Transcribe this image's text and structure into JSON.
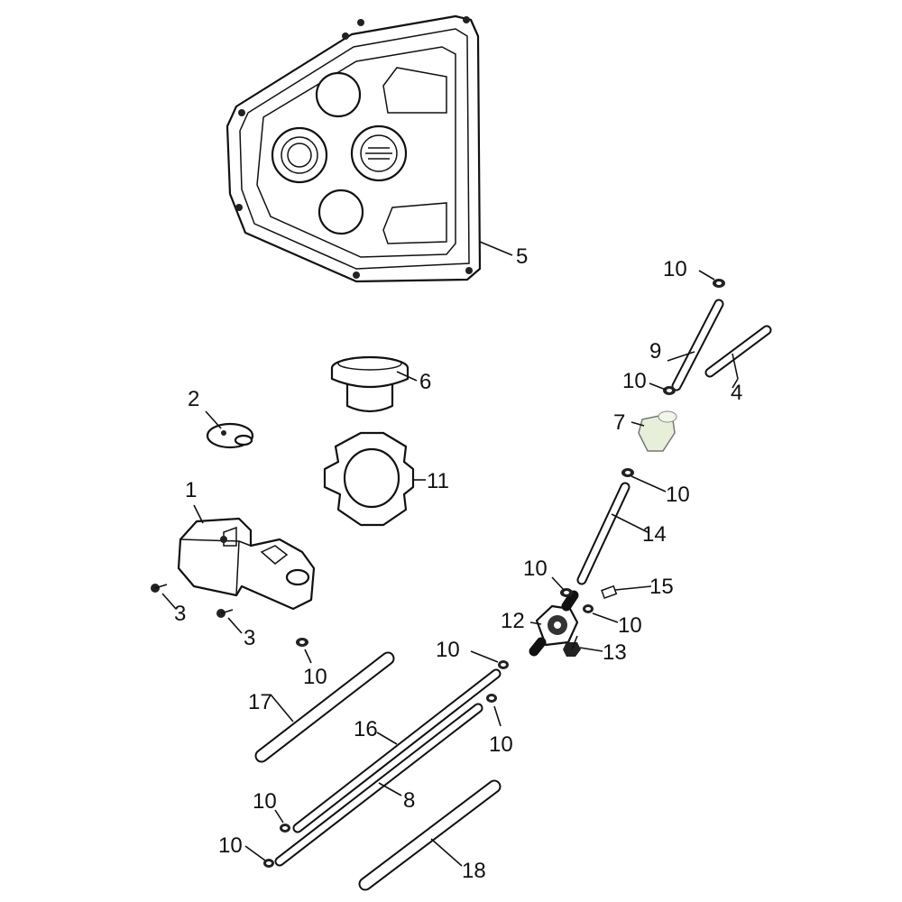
{
  "title": "Fuel tank exploded parts diagram",
  "callouts": [
    "5",
    "10",
    "9",
    "10",
    "4",
    "6",
    "7",
    "2",
    "11",
    "10",
    "1",
    "14",
    "10",
    "15",
    "12",
    "10",
    "3",
    "3",
    "13",
    "10",
    "10",
    "17",
    "16",
    "10",
    "8",
    "10",
    "10",
    "18"
  ],
  "colors": {
    "line": "#111111",
    "background": "#ffffff",
    "filter": "#e8efd8"
  }
}
